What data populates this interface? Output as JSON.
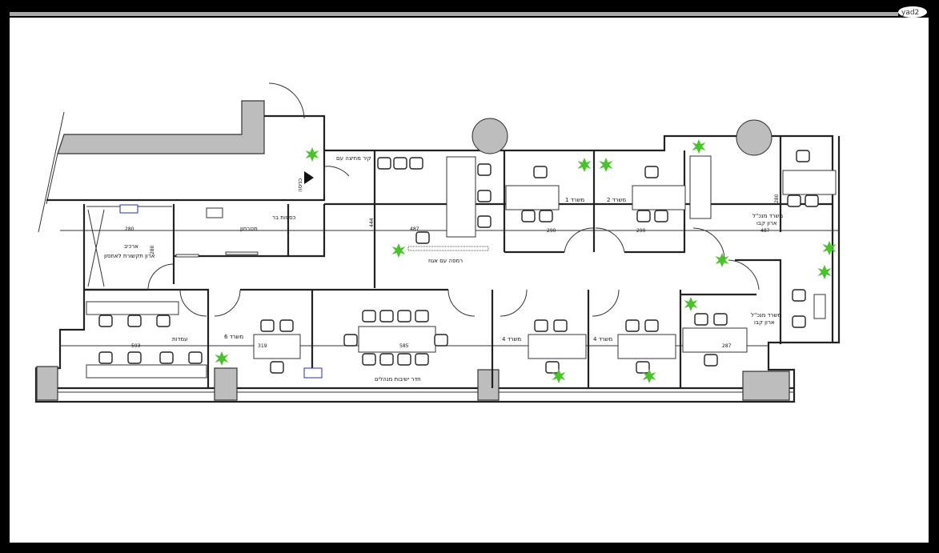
{
  "logo": "yad2",
  "plan": {
    "entrance_label": "כניסה",
    "partition_note": "קיר מחיצה עם",
    "kitchenette": "מטבחון",
    "bar_cabinets": "כספות בר",
    "archive": "ארכיב",
    "comm_cabinet": "ארון תקשורת לאחסון",
    "ramp": "רמפה עם אגוז",
    "rooms": {
      "office_1": "משרד 1",
      "office_2": "משרד 2",
      "ceo_office_top": "משרד מנכ\"ל",
      "ceo_office_top_sub": "ארון קבו",
      "ceo_office_bottom": "משרד מנכ\"ל",
      "ceo_office_bottom_sub": "ארון קבו",
      "office_6": "משרד 6",
      "workstations": "עמדות",
      "office_4a": "משרד 4",
      "office_4b": "משרד 4",
      "meeting_room": "חדר ישיבות מנהלים"
    },
    "dimensions": {
      "archive_w": "280",
      "archive_h": "280",
      "lobby": "444",
      "reception": "487",
      "office_1": "290",
      "office_2": "290",
      "ceo_top": "487",
      "ceo_top_h": "280",
      "workstations": "593",
      "office_6": "319",
      "meeting": "585",
      "office_bottom_right": "287"
    }
  }
}
